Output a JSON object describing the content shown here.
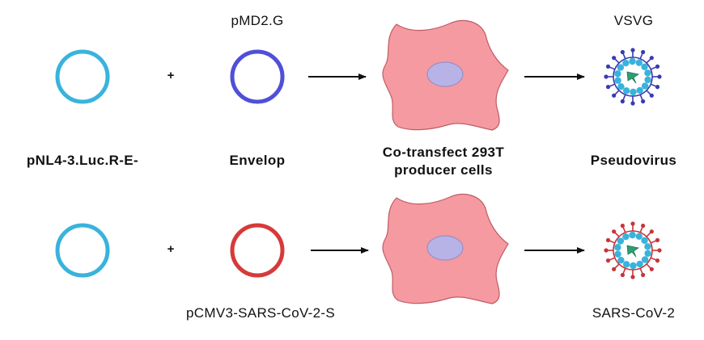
{
  "labels": {
    "pmd2g": "pMD2.G",
    "vsvg": "VSVG",
    "pnl43": "pNL4-3.Luc.R-E-",
    "envelop": "Envelop",
    "cotransfect_line1": "Co-transfect 293T",
    "cotransfect_line2": "producer cells",
    "pseudovirus": "Pseudovirus",
    "pcmv3": "pCMV3-SARS-CoV-2-S",
    "sars": "SARS-CoV-2",
    "plus_top": "+",
    "plus_bottom": "+"
  },
  "colors": {
    "backbone_plasmid": "#39b3dc",
    "vsvg_plasmid": "#4f4fd8",
    "spike_plasmid": "#d63a3a",
    "cell_fill": "#f59aa0",
    "nucleus_fill": "#b7b3e6",
    "vsvg_spikes": "#3a3ab0",
    "sars_spikes": "#c8343a",
    "virus_particles": "#39b3dc",
    "genome": "#2e9e72",
    "arrow": "#111111"
  },
  "icons": {
    "top_left_plasmid": "plasmid-ring-icon",
    "top_mid_plasmid": "plasmid-ring-icon",
    "bottom_left_plasmid": "plasmid-ring-icon",
    "bottom_mid_plasmid": "plasmid-ring-icon",
    "cells": "producer-cell-icon",
    "viruses": "pseudovirus-particle-icon"
  }
}
